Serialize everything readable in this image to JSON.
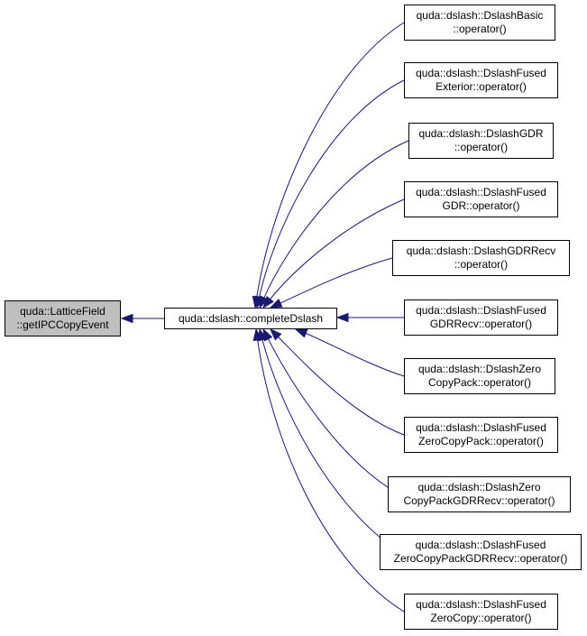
{
  "colors": {
    "edge": "#191970",
    "root_fill": "#bfbfbf",
    "node_fill": "#ffffff",
    "border": "#000000"
  },
  "root": {
    "lines": [
      "quda::LatticeField",
      "::getIPCCopyEvent"
    ]
  },
  "center": {
    "lines": [
      "quda::dslash::completeDslash"
    ]
  },
  "callers": [
    {
      "lines": [
        "quda::dslash::DslashBasic",
        "::operator()"
      ]
    },
    {
      "lines": [
        "quda::dslash::DslashFused",
        "Exterior::operator()"
      ]
    },
    {
      "lines": [
        "quda::dslash::DslashGDR",
        "::operator()"
      ]
    },
    {
      "lines": [
        "quda::dslash::DslashFused",
        "GDR::operator()"
      ]
    },
    {
      "lines": [
        "quda::dslash::DslashGDRRecv",
        "::operator()"
      ]
    },
    {
      "lines": [
        "quda::dslash::DslashFused",
        "GDRRecv::operator()"
      ]
    },
    {
      "lines": [
        "quda::dslash::DslashZero",
        "CopyPack::operator()"
      ]
    },
    {
      "lines": [
        "quda::dslash::DslashFused",
        "ZeroCopyPack::operator()"
      ]
    },
    {
      "lines": [
        "quda::dslash::DslashZero",
        "CopyPackGDRRecv::operator()"
      ]
    },
    {
      "lines": [
        "quda::dslash::DslashFused",
        "ZeroCopyPackGDRRecv::operator()"
      ]
    },
    {
      "lines": [
        "quda::dslash::DslashFused",
        "ZeroCopy::operator()"
      ]
    }
  ]
}
